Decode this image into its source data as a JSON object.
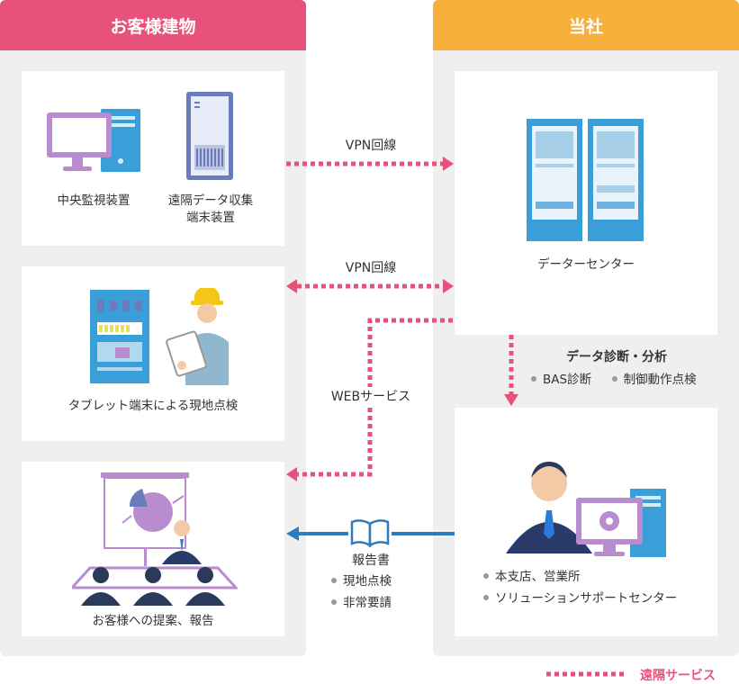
{
  "columns": {
    "customer_title": "お客様建物",
    "company_title": "当社"
  },
  "cards": {
    "central_monitor": "中央監視装置",
    "remote_terminal_line1": "遠隔データ収集",
    "remote_terminal_line2": "端末装置",
    "tablet_inspection": "タブレット端末による現地点検",
    "proposal_report": "お客様への提案、報告",
    "data_center": "データーセンター",
    "office_items": [
      "本支店、営業所",
      "ソリューションサポートセンター"
    ]
  },
  "connections": {
    "vpn_1": "VPN回線",
    "vpn_2": "VPN回線",
    "web_service": "WEBサービス",
    "analysis_title": "データ診断・分析",
    "analysis_items": [
      "BAS診断",
      "制御動作点検"
    ],
    "report_title": "報告書",
    "report_items": [
      "現地点検",
      "非常要請"
    ]
  },
  "legend": {
    "remote_service": "遠隔サービス"
  },
  "colors": {
    "pink": "#e8527a",
    "orange": "#f7b03c",
    "blue_arrow": "#2f7bbf",
    "panel_bg": "#efefef"
  }
}
